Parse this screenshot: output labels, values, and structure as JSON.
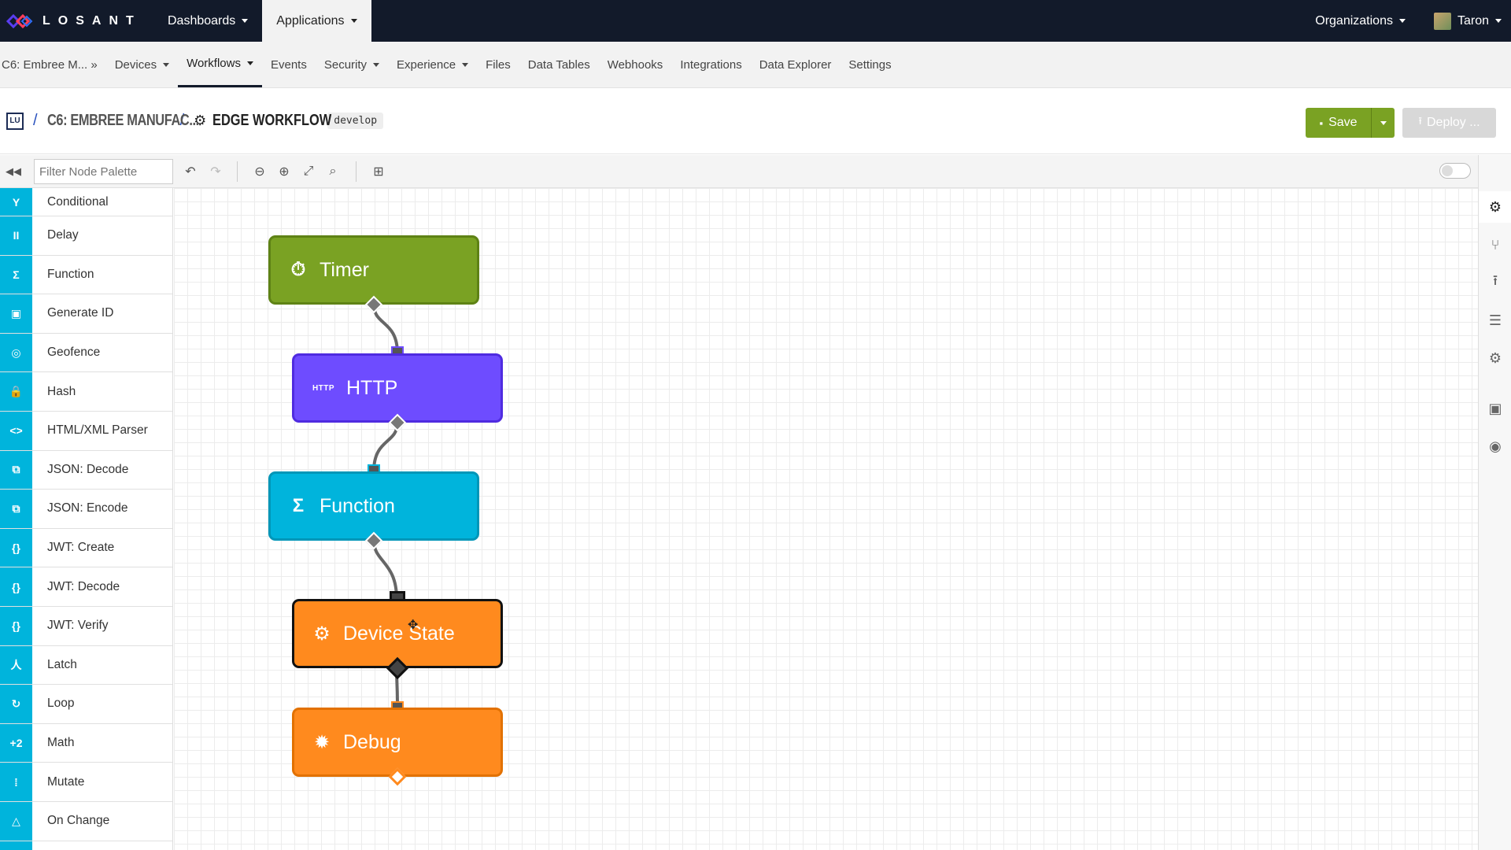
{
  "topnav": {
    "brand": "LOSANT",
    "items": [
      {
        "label": "Dashboards"
      },
      {
        "label": "Applications"
      }
    ],
    "organizations": "Organizations",
    "user": "Taron"
  },
  "subnav": {
    "app_short": "C6: Embree M... »",
    "items": [
      "Devices",
      "Workflows",
      "Events",
      "Security",
      "Experience",
      "Files",
      "Data Tables",
      "Webhooks",
      "Integrations",
      "Data Explorer",
      "Settings"
    ]
  },
  "header": {
    "app_icon": "LU",
    "sep": "/",
    "app_name": "C6: EMBREE MANUFAC...",
    "workflow_name": "EDGE WORKFLOW",
    "version": "develop",
    "save": "Save",
    "deploy": "Deploy ..."
  },
  "toolbar": {
    "filter_placeholder": "Filter Node Palette"
  },
  "palette": {
    "items": [
      {
        "label": "Conditional",
        "icon": "Y"
      },
      {
        "label": "Delay",
        "icon": "II"
      },
      {
        "label": "Function",
        "icon": "Σ"
      },
      {
        "label": "Generate ID",
        "icon": "▣"
      },
      {
        "label": "Geofence",
        "icon": "◎"
      },
      {
        "label": "Hash",
        "icon": "🔒"
      },
      {
        "label": "HTML/XML Parser",
        "icon": "<>"
      },
      {
        "label": "JSON: Decode",
        "icon": "⧉"
      },
      {
        "label": "JSON: Encode",
        "icon": "⧉"
      },
      {
        "label": "JWT: Create",
        "icon": "{}"
      },
      {
        "label": "JWT: Decode",
        "icon": "{}"
      },
      {
        "label": "JWT: Verify",
        "icon": "{}"
      },
      {
        "label": "Latch",
        "icon": "人"
      },
      {
        "label": "Loop",
        "icon": "↻"
      },
      {
        "label": "Math",
        "icon": "+2"
      },
      {
        "label": "Mutate",
        "icon": "⁞"
      },
      {
        "label": "On Change",
        "icon": "△"
      }
    ]
  },
  "nodes": {
    "timer": {
      "label": "Timer",
      "icon": "⏱",
      "color": "#7aa223"
    },
    "http": {
      "label": "HTTP",
      "icon": "HTTP",
      "color": "#6e4cff"
    },
    "function": {
      "label": "Function",
      "icon": "Σ",
      "color": "#00b4dc"
    },
    "device_state": {
      "label": "Device State",
      "icon": "⚙",
      "color": "#ff8a1e"
    },
    "debug": {
      "label": "Debug",
      "icon": "✹",
      "color": "#ff8a1e"
    }
  },
  "colors": {
    "topnav_bg": "#121a2a",
    "accent_green": "#7aa223",
    "palette_icon_bg": "#00b4dc"
  }
}
